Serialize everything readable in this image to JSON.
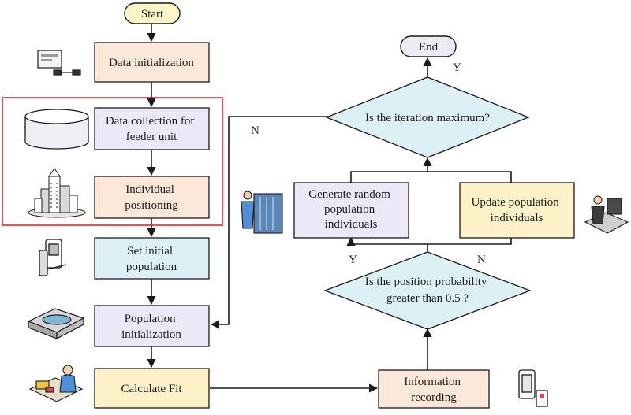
{
  "flowchart": {
    "terminals": {
      "start": "Start",
      "end": "End"
    },
    "boxes": {
      "data_init": [
        "Data initialization"
      ],
      "data_collection": [
        "Data collection for",
        "feeder unit"
      ],
      "individual_positioning": [
        "Individual",
        "positioning"
      ],
      "set_initial_population": [
        "Set initial",
        "population"
      ],
      "population_init": [
        "Population",
        "initialization"
      ],
      "calculate_fit": [
        "Calculate Fit"
      ],
      "info_recording": [
        "Information",
        "recording"
      ],
      "generate_random": [
        "Generate random",
        "population",
        "individuals"
      ],
      "update_population": [
        "Update population",
        "individuals"
      ]
    },
    "decisions": {
      "iteration_max": [
        "Is the iteration maximum?"
      ],
      "position_probability": [
        "Is the position probability",
        "greater than 0.5 ?"
      ]
    },
    "edge_labels": {
      "iteration_yes": "Y",
      "iteration_no": "N",
      "probability_yes": "Y",
      "probability_no": "N"
    },
    "icons": [
      "terminal-device-icon",
      "database-drum-icon",
      "city-buildings-icon",
      "handheld-device-icon",
      "hard-drive-tray-icon",
      "desk-worker-icon",
      "server-operator-icon",
      "computer-user-icon",
      "mobile-phone-icon"
    ],
    "colors": {
      "peach_fill": "#fce8d8",
      "lavender_fill": "#ece8f7",
      "blue_fill": "#dcf0f6",
      "yellow_fill": "#fdf1c8",
      "decision_fill": "#dcf0f6",
      "terminal_fill": "#fff6c8",
      "end_fill": "#ecebf3",
      "highlight_border": "#e8232a"
    }
  }
}
